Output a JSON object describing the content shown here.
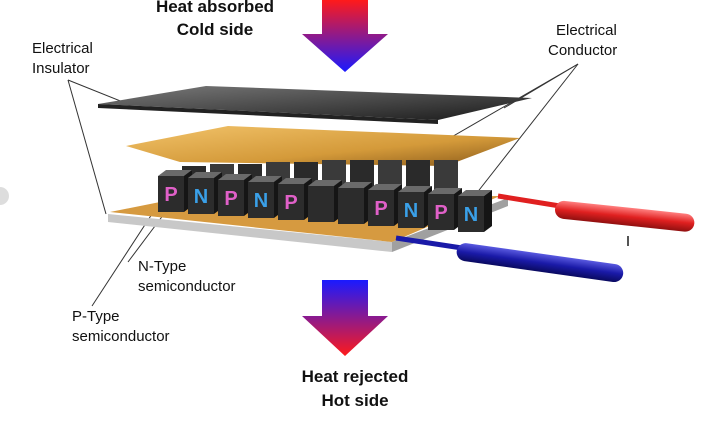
{
  "labels": {
    "top_heat": "Heat absorbed",
    "top_side": "Cold side",
    "bottom_heat": "Heat rejected",
    "bottom_side": "Hot side",
    "insulator_1": "Electrical",
    "insulator_2": "Insulator",
    "conductor_1": "Electrical",
    "conductor_2": "Conductor",
    "ntype_1": "N-Type",
    "ntype_2": "semiconductor",
    "ptype_1": "P-Type",
    "ptype_2": "semiconductor"
  },
  "pellets": {
    "front_row": [
      "P",
      "N",
      "P",
      "N",
      "P",
      "",
      "",
      "P",
      "N",
      "P",
      "N"
    ],
    "colors": {
      "P": "#e060c8",
      "N": "#3aa0e8"
    }
  },
  "arrows": {
    "cold_gradient": [
      "#ff1a1a",
      "#1a1aff"
    ],
    "hot_gradient": [
      "#1a1aff",
      "#ff1a1a"
    ]
  },
  "wires": {
    "positive": "#e02020",
    "negative": "#1a1aa8"
  }
}
